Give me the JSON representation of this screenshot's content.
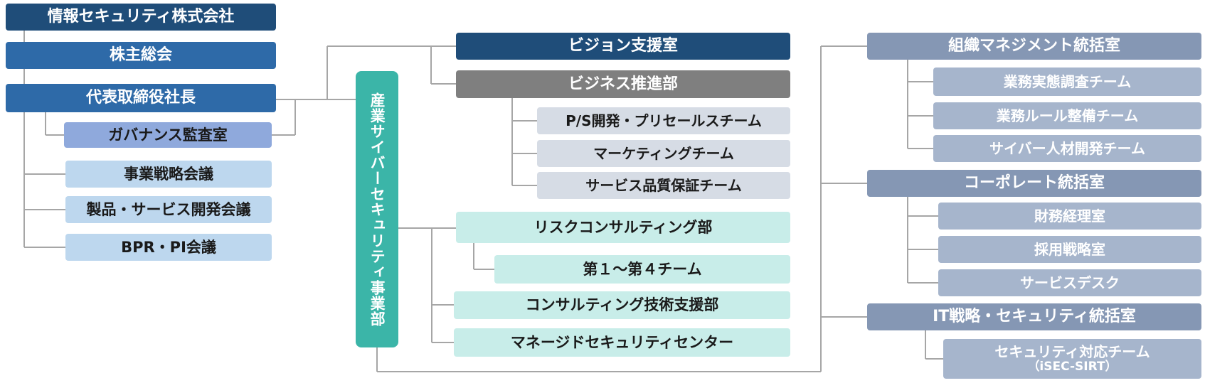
{
  "diagram": {
    "company": "情報セキュリティ株式会社",
    "shareholders_meeting": "株主総会",
    "president": "代表取締役社長",
    "governance_audit": "ガバナンス監査室",
    "business_strategy_meeting": "事業戦略会議",
    "product_service_meeting": "製品・サービス開発会議",
    "bpr_pi_meeting": "BPR・PI会議",
    "division": "産業サイバーセキュリティ事業部",
    "vision_support": "ビジョン支援室",
    "business_promotion": {
      "title": "ビジネス推進部",
      "teams": [
        "P/S開発・プリセールスチーム",
        "マーケティングチーム",
        "サービス品質保証チーム"
      ]
    },
    "risk_consulting": {
      "title": "リスクコンサルティング部",
      "teams": [
        "第１～第４チーム"
      ]
    },
    "consulting_tech": "コンサルティング技術支援部",
    "managed_security": "マネージドセキュリティセンター",
    "org_management": {
      "title": "組織マネジメント統括室",
      "teams": [
        "業務実態調査チーム",
        "業務ルール整備チーム",
        "サイバー人材開発チーム"
      ]
    },
    "corporate": {
      "title": "コーポレート統括室",
      "teams": [
        "財務経理室",
        "採用戦略室",
        "サービスデスク"
      ]
    },
    "it_strategy": {
      "title": "IT戦略・セキュリティ統括室",
      "team_name": "セキュリティ対応チーム",
      "team_sub": "（iSEC-SIRT）"
    }
  }
}
